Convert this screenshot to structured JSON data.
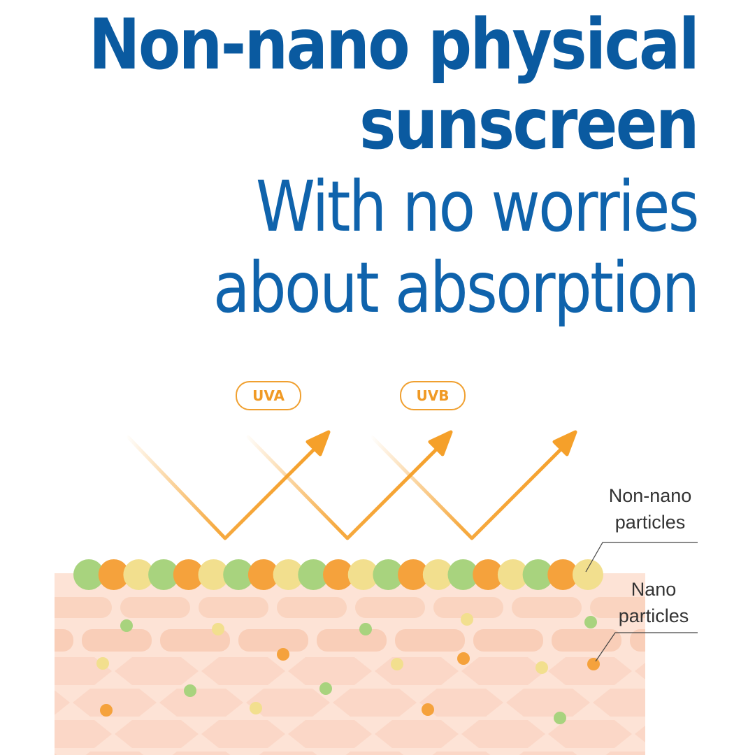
{
  "title": {
    "line1": "Non-nano physical",
    "line2": "sunscreen",
    "line3": "With no worries",
    "line4": "about absorption"
  },
  "rays": {
    "uva_label": "UVA",
    "uvb_label": "UVB"
  },
  "labels": {
    "non_nano": [
      "Non-nano",
      "particles"
    ],
    "nano": [
      "Nano",
      "particles"
    ]
  },
  "colors": {
    "title_blue": "#0a5aa0",
    "ray_orange": "#f5a02a",
    "particle_green": "#a8d37e",
    "particle_orange": "#f5a23c",
    "particle_yellow": "#f2df8e",
    "skin_pink": "#fbd9c8",
    "skin_cell": "#f6c3ad"
  }
}
